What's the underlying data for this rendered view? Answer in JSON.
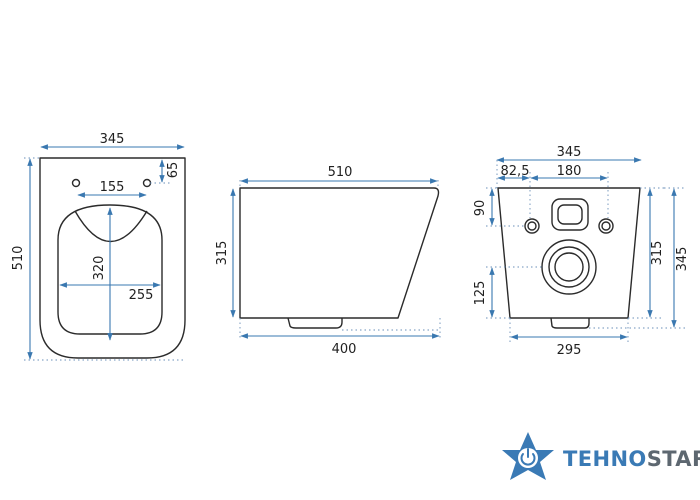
{
  "front_view": {
    "width": "345",
    "hole_offset": "65",
    "hole_spacing": "155",
    "height": "510",
    "seat_depth": "320",
    "seat_width": "255"
  },
  "side_view": {
    "top_length": "510",
    "height": "315",
    "bottom_length": "400"
  },
  "rear_view": {
    "width_top": "345",
    "offset": "82,5",
    "bolt_spacing": "180",
    "top_offset": "90",
    "outlet_height": "125",
    "height": "315",
    "total_height": "345",
    "width_bottom": "295"
  },
  "brand": {
    "name_part1": "TEHNO",
    "name_part2": "STAR",
    "color_part1": "#3a7ab5",
    "color_part2": "#5d6770",
    "logo_icon": "star-with-power-symbol"
  }
}
